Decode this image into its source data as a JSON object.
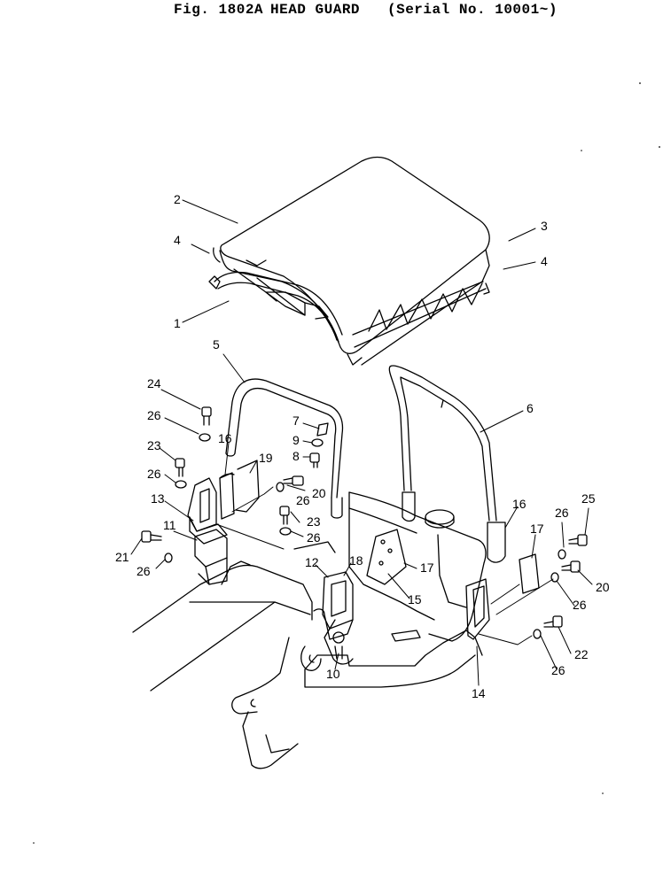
{
  "header": {
    "fig_number": "Fig. 1802A",
    "part_name": "HEAD GUARD",
    "serial_note": "(Serial No. 10001~)"
  },
  "callouts": [
    {
      "id": "c2a",
      "label": "2"
    },
    {
      "id": "c3",
      "label": "3"
    },
    {
      "id": "c4a",
      "label": "4"
    },
    {
      "id": "c4b",
      "label": "4"
    },
    {
      "id": "c1",
      "label": "1"
    },
    {
      "id": "c5",
      "label": "5"
    },
    {
      "id": "c6",
      "label": "6"
    },
    {
      "id": "c24",
      "label": "24"
    },
    {
      "id": "c26a",
      "label": "26"
    },
    {
      "id": "c23a",
      "label": "23"
    },
    {
      "id": "c26b",
      "label": "26"
    },
    {
      "id": "c7",
      "label": "7"
    },
    {
      "id": "c9",
      "label": "9"
    },
    {
      "id": "c8",
      "label": "8"
    },
    {
      "id": "c16a",
      "label": "16"
    },
    {
      "id": "c19",
      "label": "19"
    },
    {
      "id": "c20a",
      "label": "20"
    },
    {
      "id": "c13",
      "label": "13"
    },
    {
      "id": "c26c",
      "label": "26"
    },
    {
      "id": "c23b",
      "label": "23"
    },
    {
      "id": "c26d",
      "label": "26"
    },
    {
      "id": "c11",
      "label": "11"
    },
    {
      "id": "c21",
      "label": "21"
    },
    {
      "id": "c26e",
      "label": "26"
    },
    {
      "id": "c12",
      "label": "12"
    },
    {
      "id": "c18",
      "label": "18"
    },
    {
      "id": "c17a",
      "label": "17"
    },
    {
      "id": "c15",
      "label": "15"
    },
    {
      "id": "c10",
      "label": "10"
    },
    {
      "id": "c16b",
      "label": "16"
    },
    {
      "id": "c26f",
      "label": "26"
    },
    {
      "id": "c25",
      "label": "25"
    },
    {
      "id": "c17b",
      "label": "17"
    },
    {
      "id": "c20b",
      "label": "20"
    },
    {
      "id": "c26g",
      "label": "26"
    },
    {
      "id": "c22",
      "label": "22"
    },
    {
      "id": "c26h",
      "label": "26"
    },
    {
      "id": "c14",
      "label": "14"
    }
  ]
}
